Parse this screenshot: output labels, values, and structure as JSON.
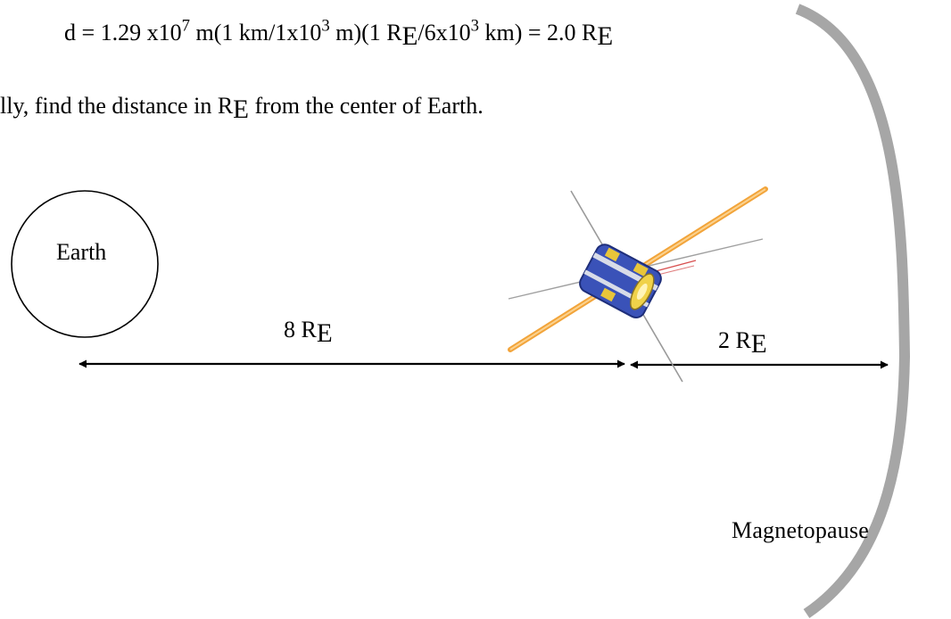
{
  "equation": {
    "d_prefix": "d = 1.29 x10",
    "exp1": "7",
    "part2": " m(1 km/1x10",
    "exp2": "3",
    "part3": " m)(1 R",
    "sub1": "E",
    "part4": "/6x10",
    "exp3": "3",
    "part5": " km)  = 2.0 R",
    "sub2": "E"
  },
  "instruction": {
    "pre": "lly, find the distance in R",
    "sub": "E",
    "post": " from the center of Earth."
  },
  "labels": {
    "earth": "Earth",
    "dist_earth_sat_value": "8 R",
    "dist_earth_sat_sub": "E",
    "dist_sat_mp_value": "2 R",
    "dist_sat_mp_sub": "E",
    "magnetopause": "Magnetopause"
  },
  "colors": {
    "magnetopause": "#a6a6a6",
    "boom": "#f2a43a",
    "spacecraft_body": "#3a52b8",
    "spacecraft_gold": "#e8c53a"
  }
}
